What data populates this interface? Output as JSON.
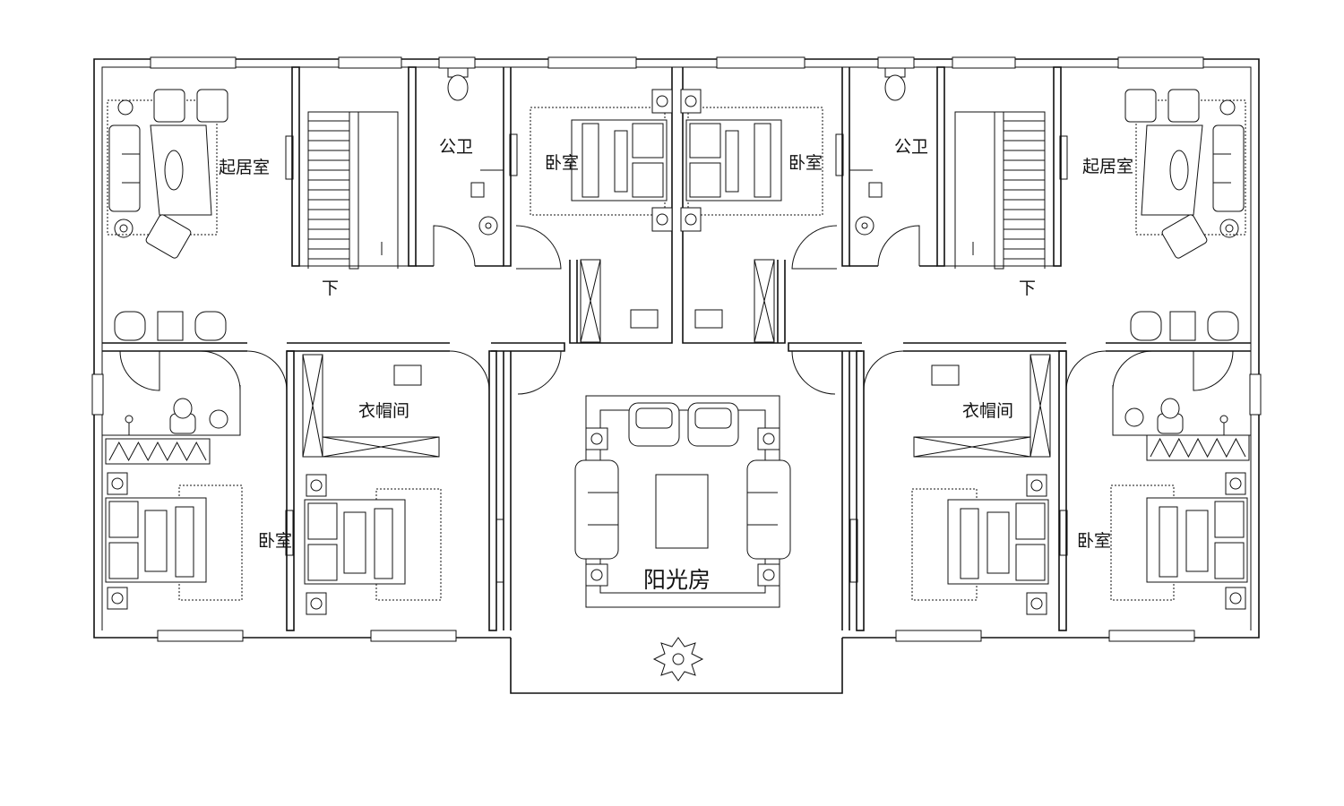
{
  "rooms": {
    "living_left": "起居室",
    "living_right": "起居室",
    "bath_left": "公卫",
    "bath_right": "公卫",
    "bed_top_left": "卧室",
    "bed_top_right": "卧室",
    "closet_left": "衣帽间",
    "closet_right": "衣帽间",
    "bed_bottom_left": "卧室",
    "bed_bottom_right": "卧室",
    "sunroom": "阳光房"
  },
  "stairs": {
    "left_label": "下",
    "right_label": "下"
  },
  "colors": {
    "line": "#111111",
    "background": "#ffffff"
  }
}
